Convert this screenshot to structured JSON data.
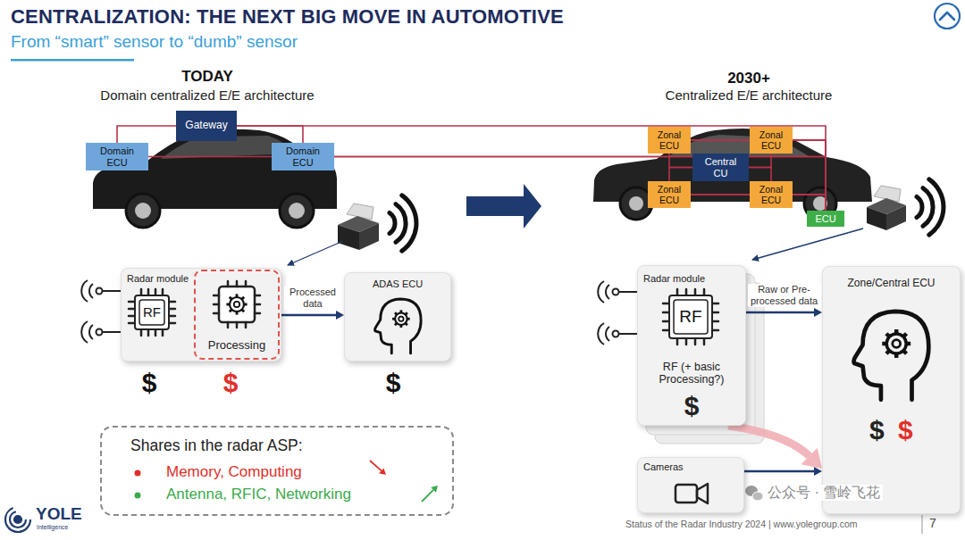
{
  "diagram": {
    "title": "CENTRALIZATION: THE NEXT BIG MOVE IN AUTOMOTIVE",
    "nodes": [
      {
        "text": [
          "Gateway"
        ]
      },
      {
        "text": [
          "Domain ECU"
        ]
      },
      {
        "text": [
          "ECU"
        ]
      },
      {
        "text": [
          "Domain ECU"
        ]
      },
      {
        "text": [
          "ECU"
        ]
      },
      {
        "text": [
          "ECU"
        ]
      },
      {
        "text": [
          "ECU"
        ]
      },
      {
        "text": [
          "ECU"
        ]
      },
      {
        "text": [
          "ECU"
        ]
      },
      {
        "text": [
          "ECU"
        ]
      },
      {
        "text": [
          "Radar module"
        ]
      },
      {
        "text": [
          "RF"
        ],
        "in": 10
      },
      {
        "text": [
          "Processing"
        ],
        "in": 10
      },
      {
        "text": [
          "ADAS ECU"
        ]
      },
      {
        "text": [
          "Shares in the radar ASP:",
          "Memory, Computing",
          "Antenna, RFIC, Networking"
        ]
      },
      {
        "text": [
          "ECU"
        ]
      },
      {
        "text": [
          "Zonal ECU"
        ]
      },
      {
        "text": [
          "Zonal ECU"
        ]
      },
      {
        "text": [
          "ECU"
        ]
      },
      {
        "text": [
          "ECU"
        ]
      },
      {
        "text": [
          "ECU"
        ]
      },
      {
        "text": [
          "Central CU"
        ]
      },
      {
        "text": [
          "ECU"
        ]
      },
      {
        "text": [
          "Zonal ECU"
        ]
      },
      {
        "text": [
          "Zonal ECU"
        ]
      },
      {
        "text": [
          "ECU"
        ]
      },
      {
        "text": [
          "ECU"
        ]
      },
      {
        "text": [
          "ECU"
        ]
      },
      {
        "text": [
          "Radar module",
          "RF (+ basic Processing?)",
          "$"
        ]
      },
      {
        "text": [
          "RF"
        ],
        "in": 28
      },
      {
        "text": [
          "Zone/Central ECU",
          "$",
          "$"
        ]
      },
      {
        "text": [
          "Cameras"
        ]
      }
    ],
    "edges": [
      {
        "from": 0,
        "to": 1,
        "arrow": "none"
      },
      {
        "from": 0,
        "to": 3,
        "arrow": "none"
      },
      {
        "from": 0,
        "to": 2,
        "arrow": "none"
      },
      {
        "from": 2,
        "to": 5,
        "arrow": "none"
      },
      {
        "from": 5,
        "to": 8,
        "arrow": "none"
      },
      {
        "from": 1,
        "to": 4,
        "arrow": "none"
      },
      {
        "from": 4,
        "to": 7,
        "arrow": "none"
      },
      {
        "from": 3,
        "to": 6,
        "arrow": "none"
      },
      {
        "from": 6,
        "to": 9,
        "arrow": "none"
      },
      {
        "from": 10,
        "to": 13,
        "label": "Processed data",
        "arrow": "to"
      },
      {
        "from": 21,
        "to": 16,
        "arrow": "none"
      },
      {
        "from": 21,
        "to": 23,
        "arrow": "none"
      },
      {
        "from": 21,
        "to": 17,
        "arrow": "none"
      },
      {
        "from": 21,
        "to": 24,
        "arrow": "none"
      },
      {
        "from": 16,
        "to": 15,
        "arrow": "none"
      },
      {
        "from": 16,
        "to": 19,
        "arrow": "none"
      },
      {
        "from": 23,
        "to": 22,
        "arrow": "none"
      },
      {
        "from": 23,
        "to": 26,
        "arrow": "none"
      },
      {
        "from": 17,
        "to": 18,
        "arrow": "none"
      },
      {
        "from": 17,
        "to": 20,
        "arrow": "none"
      },
      {
        "from": 24,
        "to": 25,
        "arrow": "none"
      },
      {
        "from": 24,
        "to": 27,
        "arrow": "none"
      },
      {
        "from": 28,
        "to": 30,
        "label": "Raw or Pre-processed data",
        "arrow": "to"
      },
      {
        "from": 31,
        "to": 30,
        "arrow": "to"
      },
      {
        "from": 28,
        "to": 30,
        "arrow": "to"
      }
    ],
    "labels": [
      "From “smart” sensor to “dumb” sensor",
      "TODAY",
      "Domain centralized E/E architecture",
      "$",
      "$",
      "$",
      "2030+",
      "Centralized E/E architecture",
      "YOLE",
      "Intelligence",
      "Status of the Radar Industry 2024 | www.yolegroup.com",
      "7",
      "公众号 · 雪岭飞花"
    ]
  }
}
